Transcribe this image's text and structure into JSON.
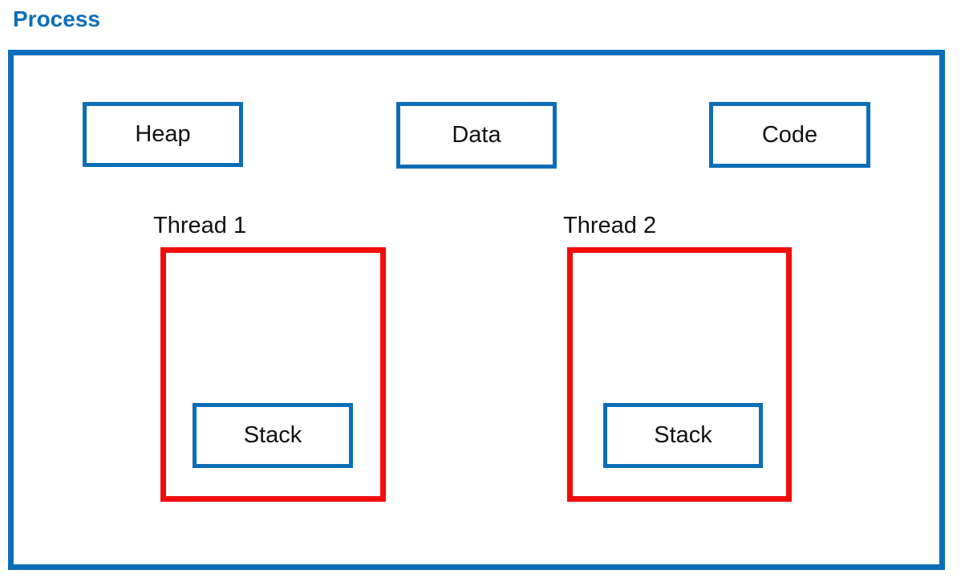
{
  "title": "Process",
  "colors": {
    "blue": "#0c6eb8",
    "red": "#f20d0d",
    "text": "#111111"
  },
  "memory_boxes": [
    {
      "label": "Heap"
    },
    {
      "label": "Data"
    },
    {
      "label": "Code"
    }
  ],
  "threads": [
    {
      "label": "Thread 1",
      "stack_label": "Stack"
    },
    {
      "label": "Thread 2",
      "stack_label": "Stack"
    }
  ]
}
